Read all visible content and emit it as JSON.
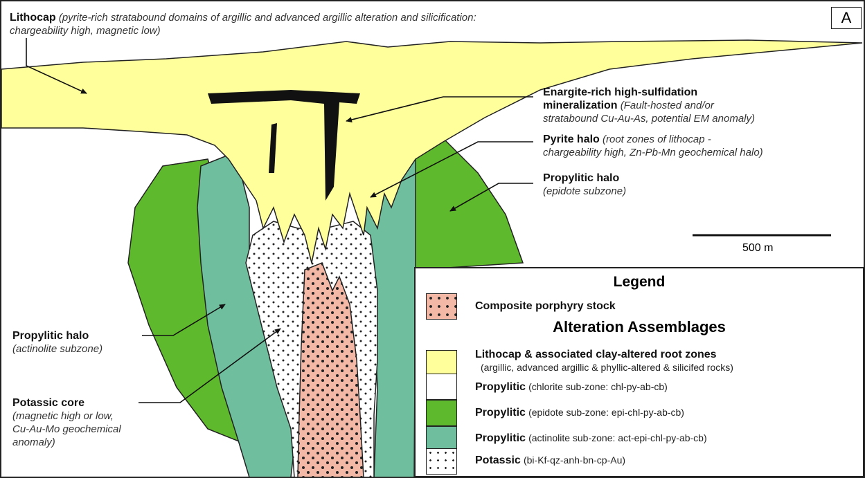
{
  "panel_letter": "A",
  "scale_bar": {
    "label": "500 m"
  },
  "annotations": {
    "lithocap_title": "Lithocap",
    "lithocap_desc_1": "(pyrite-rich stratabound domains of argillic and advanced argillic alteration and silicification:",
    "lithocap_desc_2": "chargeability high, magnetic low)",
    "enargite_title_1": "Enargite-rich high-sulfidation",
    "enargite_title_2": "mineralization",
    "enargite_desc_1": "(Fault-hosted and/or",
    "enargite_desc_2": "stratabound Cu-Au-As, potential EM anomaly)",
    "pyrite_title": "Pyrite halo",
    "pyrite_desc_1": "(root zones of lithocap -",
    "pyrite_desc_2": "chargeability high, Zn-Pb-Mn geochemical halo)",
    "prop_epidote_title": "Propylitic halo",
    "prop_epidote_desc": "(epidote subzone)",
    "prop_actinolite_title": "Propylitic halo",
    "prop_actinolite_desc": "(actinolite subzone)",
    "potassic_title": "Potassic core",
    "potassic_desc_1": "(magnetic high or low,",
    "potassic_desc_2": "Cu-Au-Mo geochemical",
    "potassic_desc_3": "anomaly)"
  },
  "legend": {
    "title": "Legend",
    "stock_label": "Composite porphyry stock",
    "section_title": "Alteration Assemblages",
    "lithocap_label": "Lithocap & associated clay-altered root zones",
    "lithocap_sub": "(argillic, advanced argillic & phyllic-altered & silicifed rocks)",
    "propylitic_word": "Propylitic",
    "chlorite_sub": "(chlorite sub-zone: chl-py-ab-cb)",
    "epidote_sub": "(epidote sub-zone: epi-chl-py-ab-cb)",
    "actinolite_sub": "(actinolite sub-zone: act-epi-chl-py-ab-cb)",
    "potassic_word": "Potassic",
    "potassic_sub": "(bi-Kf-qz-anh-bn-cp-Au)"
  },
  "colors": {
    "lithocap": "#ffff9c",
    "epidote": "#5fb92c",
    "actinolite": "#6fbf9f",
    "chlorite": "#ffffff",
    "stock": "#f4b8a6",
    "ore": "#111111"
  }
}
